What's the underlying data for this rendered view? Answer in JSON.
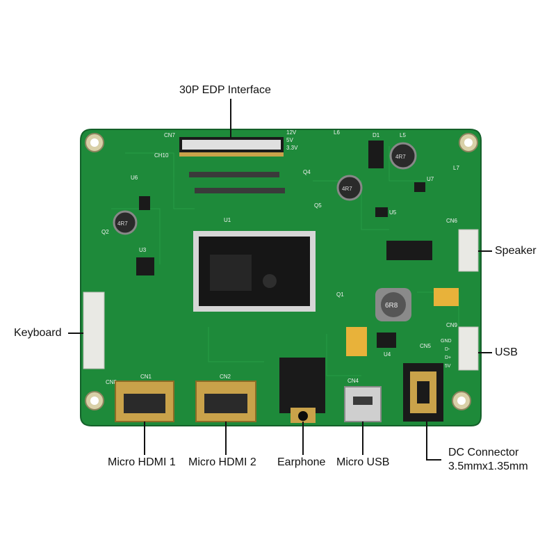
{
  "colors": {
    "pcb_green": "#1e8a3a",
    "pcb_dark": "#17702e",
    "silkscreen": "#f2f2f2",
    "chip_black": "#161616",
    "gold": "#c9a24a",
    "connector_white": "#e9e9e4",
    "tantalum_yellow": "#e8b23a",
    "label_text": "#111111"
  },
  "labels": {
    "edp": "30P EDP Interface",
    "speaker": "Speaker",
    "keyboard": "Keyboard",
    "usb": "USB",
    "hdmi1": "Micro HDMI 1",
    "hdmi2": "Micro HDMI 2",
    "earphone": "Earphone",
    "micro_usb": "Micro USB",
    "dc_line1": "DC Connector",
    "dc_line2": "3.5mmx1.35mm"
  },
  "board_marks": {
    "cn1": "CN1",
    "cn2": "CN2",
    "cn4": "CN4",
    "cn5": "CN5",
    "cn6": "CN6",
    "cn7": "CN7",
    "cn8": "CN8",
    "cn9": "CN9",
    "ch10": "CH10",
    "u1": "U1",
    "u3": "U3",
    "u4": "U4",
    "u5": "U5",
    "u6": "U6",
    "u7": "U7",
    "d1": "D1",
    "l5": "L5",
    "l6": "L6",
    "l7": "L7",
    "q1": "Q1",
    "q2": "Q2",
    "q4": "Q4",
    "q5": "Q5",
    "v12": "12V",
    "v5": "5V",
    "v33": "3.3V",
    "inductor_4r7_a": "4R7",
    "inductor_4r7_b": "4R7",
    "inductor_4r7_c": "4R7",
    "inductor_6r8": "6R8",
    "pin_gnd": "GND",
    "pin_dm": "D-",
    "pin_dp": "D+",
    "pin_5v": "5V"
  }
}
